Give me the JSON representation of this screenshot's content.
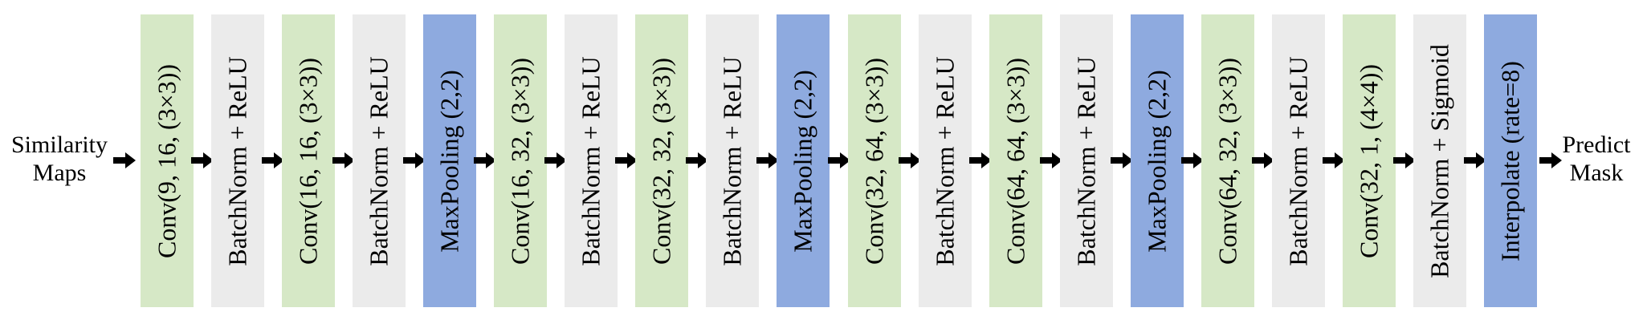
{
  "input_label": [
    "Similarity",
    "Maps"
  ],
  "output_label": [
    "Predict",
    "Mask"
  ],
  "layers": [
    {
      "label": "Conv(9, 16, (3×3))",
      "kind": "conv"
    },
    {
      "label": "BatchNorm + ReLU",
      "kind": "norm"
    },
    {
      "label": "Conv(16, 16, (3×3))",
      "kind": "conv"
    },
    {
      "label": "BatchNorm + ReLU",
      "kind": "norm"
    },
    {
      "label": "MaxPooling (2,2)",
      "kind": "pool"
    },
    {
      "label": "Conv(16, 32, (3×3))",
      "kind": "conv"
    },
    {
      "label": "BatchNorm + ReLU",
      "kind": "norm"
    },
    {
      "label": "Conv(32, 32, (3×3))",
      "kind": "conv"
    },
    {
      "label": "BatchNorm + ReLU",
      "kind": "norm"
    },
    {
      "label": "MaxPooling (2,2)",
      "kind": "pool"
    },
    {
      "label": "Conv(32, 64, (3×3))",
      "kind": "conv"
    },
    {
      "label": "BatchNorm + ReLU",
      "kind": "norm"
    },
    {
      "label": "Conv(64, 64, (3×3))",
      "kind": "conv"
    },
    {
      "label": "BatchNorm + ReLU",
      "kind": "norm"
    },
    {
      "label": "MaxPooling (2,2)",
      "kind": "pool"
    },
    {
      "label": "Conv(64, 32, (3×3))",
      "kind": "conv"
    },
    {
      "label": "BatchNorm + ReLU",
      "kind": "norm"
    },
    {
      "label": "Conv(32, 1, (4×4))",
      "kind": "conv"
    },
    {
      "label": "BatchNorm + Sigmoid",
      "kind": "norm"
    },
    {
      "label": "Interpolate (rate=8)",
      "kind": "pool"
    }
  ],
  "colors": {
    "conv": "#d6e8c6",
    "norm": "#ebebeb",
    "pool": "#8eaadf",
    "arrow": "#000000"
  }
}
